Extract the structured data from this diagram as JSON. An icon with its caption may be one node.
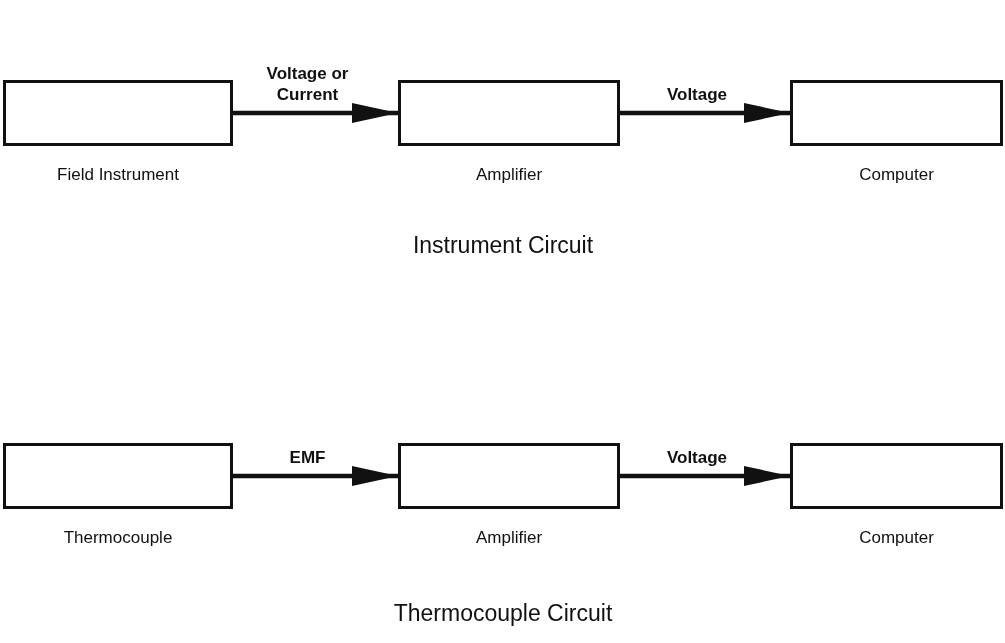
{
  "diagram": {
    "nodes": [
      {
        "text": [
          "Field Instrument"
        ]
      },
      {
        "text": [
          "Amplifier"
        ]
      },
      {
        "text": [
          "Computer"
        ]
      },
      {
        "text": [
          "Thermocouple"
        ]
      },
      {
        "text": [
          "Amplifier"
        ]
      },
      {
        "text": [
          "Computer"
        ]
      }
    ],
    "edges": [
      {
        "from": 0,
        "to": 1,
        "arrow": "to",
        "label": "Voltage or Current"
      },
      {
        "from": 1,
        "to": 2,
        "arrow": "to",
        "label": "Voltage"
      },
      {
        "from": 3,
        "to": 4,
        "arrow": "to",
        "label": "EMF"
      },
      {
        "from": 4,
        "to": 5,
        "arrow": "to",
        "label": "Voltage"
      }
    ],
    "labels": [
      "Instrument Circuit",
      "Thermocouple Circuit"
    ]
  }
}
